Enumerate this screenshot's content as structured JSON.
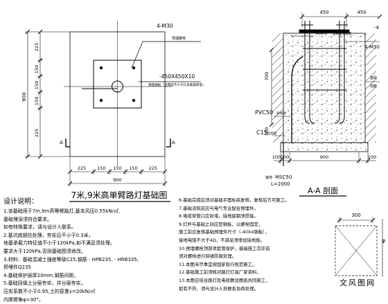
{
  "plan": {
    "title": "7米,9米高单臂路灯基础图",
    "callout_bolt": "4-M30",
    "bolt_sub": "预埋螺栓",
    "callout_plate": "-450X450X10",
    "plate_sub": "预埋钢板（且厚度不小于灯具底座厚度）",
    "section_mark": "A",
    "dim_height": "900",
    "dim_vert": [
      "225",
      "150",
      "150",
      "150",
      "225"
    ],
    "dim_horiz": [
      "225",
      "150",
      "150",
      "150",
      "225"
    ],
    "dim_width": "900"
  },
  "section": {
    "title": "A-A 剖面",
    "dim_top": "450",
    "dim_right": "450",
    "strip": "-40x4",
    "strip_sub": "角钢接地扁钢",
    "label_right_top": "-4",
    "label_m30": "4-M30",
    "label_side_a": "基础",
    "label_side_b": "加筋",
    "dim_700": "700",
    "dim_100": "100",
    "pvc": "PVC50",
    "pvc_sub": "穿线管",
    "c15": "C15",
    "c15_sub": "砼垫层",
    "ground": "接地",
    "ground_tube": "MSC50",
    "ground_len": "L=2000",
    "dim_bottom": [
      "100",
      "100",
      "900",
      "100"
    ]
  },
  "notes_title": "设计说明：",
  "notes_left": [
    "1.该基础用于7m,9m高等臂路灯,基本风压0.55kN/㎡,",
    "   基础埋深须符合要求。",
    "   如有特殊要求，请与设计人联系。",
    "2.基坑底部应处理，夯实后不小于0.3米，",
    "   地基承载力特征值不小于120kPa,如不满足须处理。",
    "   要求大于120kPa,否则基础图须修改。",
    "3.材料：基础混凝土强度等级C25,钢筋  - HPB235,    - HRB335,",
    "   预埋件Q235",
    "4.基础保护层厚20mm,钢筋间距。",
    "5.基础回填土分层夯实，并分层夯实，",
    "   压实系数不小于0.95,土的容重γ=20kN/㎡",
    "   内摩擦角φ=30°。"
  ],
  "notes_right": [
    "6.基础完成后须对基础平面标高复核，复核后方可施工。",
    "7.基础浇筑前应与电气专业配合预埋件。",
    "8.电缆穿管口应封堵，接地扁钢须焊接。",
    "9.灯杆与基础之间应垫钢板，以螺栓固定，",
    "   施工前应复核基础预埋件尺寸（-40X4钢板），",
    "   接地电阻不大于4Ω，不满足须增设接地极。",
    "10.预埋螺栓顶部须套管保护，基础施工完毕前",
    "    须对螺栓进行除锈防腐处理。",
    "11.本图未尽事宜按国家现行规范施工。",
    "12.基础施工前须核对路灯灯具厂家资料，",
    "13.本图应结合路灯及电缆敷设图纸共同施工，",
    "    如有不符，须与设计人员联系协商处理。"
  ],
  "inset": {
    "dim_300": "300",
    "phi": "φ",
    "stamp": "文风图网"
  }
}
